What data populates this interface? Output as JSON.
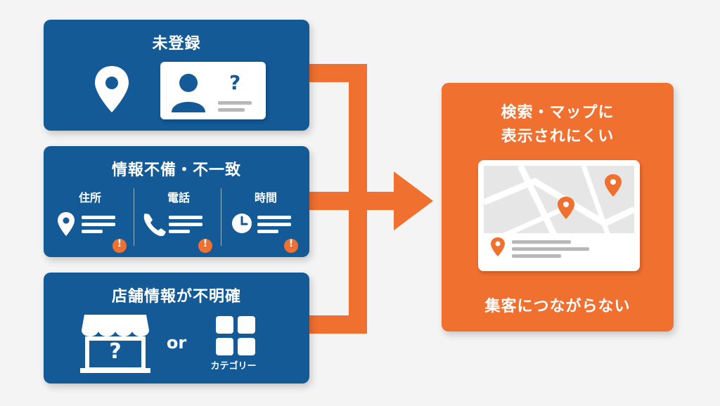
{
  "colors": {
    "blue": "#135a96",
    "orange": "#f07030",
    "white": "#ffffff",
    "gray": "#b8b8b8"
  },
  "cards": {
    "unregistered": {
      "title": "未登録",
      "icons": [
        "location-pin-icon",
        "profile-card-icon",
        "question-mark-icon"
      ],
      "question_mark": "?"
    },
    "inconsistent": {
      "title": "情報不備・不一致",
      "columns": [
        {
          "label": "住所",
          "icon": "location-pin-icon"
        },
        {
          "label": "電話",
          "icon": "phone-icon"
        },
        {
          "label": "時間",
          "icon": "clock-icon"
        }
      ],
      "alert": "!"
    },
    "unclear": {
      "title": "店舗情報が不明確",
      "or_text": "or",
      "category_label": "カテゴリー",
      "question_mark": "?",
      "icons": [
        "storefront-icon",
        "category-grid-icon"
      ]
    }
  },
  "result": {
    "title_line1": "検索・マップに",
    "title_line2": "表示されにくい",
    "footer": "集客につながらない",
    "icons": [
      "map-icon",
      "map-pin-icon"
    ]
  }
}
